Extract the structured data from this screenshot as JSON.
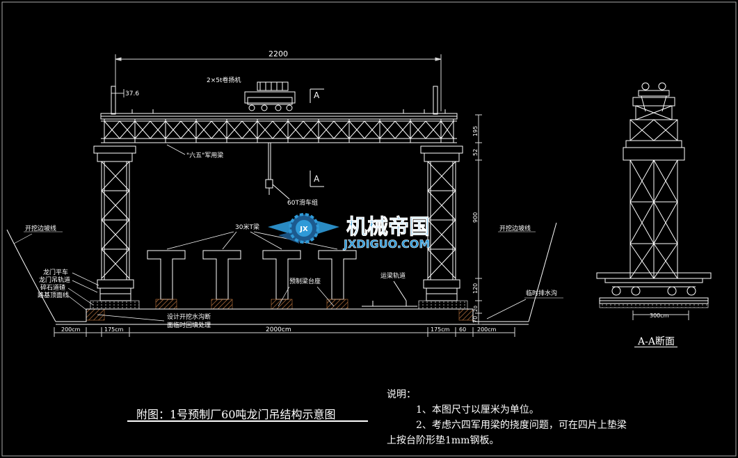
{
  "drawing": {
    "title": "附图：1号预制厂60吨龙门吊结构示意图",
    "section_title": "A-A断面",
    "notes_heading": "说明：",
    "notes": [
      "1、本图尺寸以厘米为单位。",
      "2、考虑六四军用梁的挠度问题，可在四片上垫梁",
      "上按台阶形垫1mm钢板。"
    ]
  },
  "dimensions": {
    "span_total": "2200",
    "overhang": "37.6",
    "bottom_left_outer": "200cm",
    "bottom_left_inner": "175cm",
    "bottom_mid": "2000cm",
    "bottom_right_inner": "175cm",
    "bottom_right_small": "60",
    "bottom_right_outer": "200cm",
    "right_v1": "195",
    "right_v2": "52",
    "right_v3": "900",
    "right_v4": "120",
    "right_v5": "70",
    "right_v6": "20",
    "section_width": "300cm"
  },
  "labels": {
    "winch": "2×5t卷扬机",
    "section_mark": "A",
    "beam": "\"六五\"军用梁",
    "pulley": "60T滑车组",
    "girder": "30米T梁",
    "slope_left": "开挖边坡线",
    "slope_right": "开挖边坡线",
    "gantry_cart": "龙门平车",
    "gantry_track": "龙门吊轨道",
    "gravel": "碎石道碴",
    "road_top": "路基顶面线",
    "pedestal": "预制梁台座",
    "transport": "运梁轨道",
    "drain_note1": "设计开挖水沟断",
    "drain_note2": "面临时回填处理",
    "temp_drain": "临时排水沟"
  },
  "watermark": {
    "cn": "机械帝国",
    "en": "JXDIGUO.COM",
    "badge": "JX"
  },
  "colors": {
    "background": "#000000",
    "lines": "#ffffff",
    "dim_lines": "#d8d8d8",
    "hatch": "#c07840",
    "logo_blue": "#2f9ad8",
    "logo_dark": "#1c5a8e"
  }
}
